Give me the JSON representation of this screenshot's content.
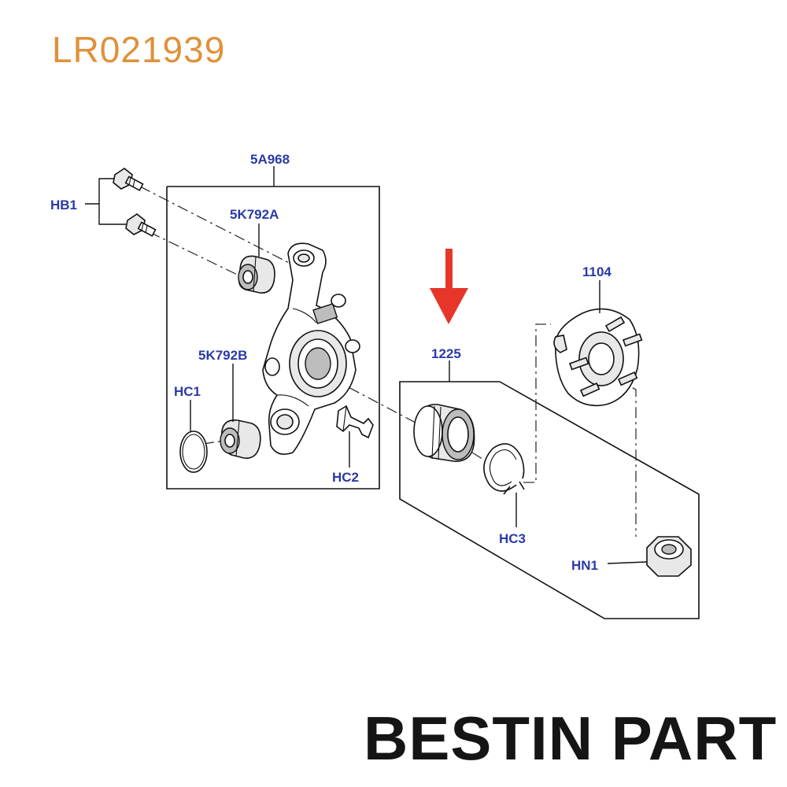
{
  "header": {
    "part_number": "LR021939"
  },
  "callouts": {
    "knuckle": "5A968",
    "bolts": "HB1",
    "bushing_upper": "5K792A",
    "bushing_lower": "5K792B",
    "circlip_small": "HC1",
    "clip": "HC2",
    "bearing": "1225",
    "snap_ring": "HC3",
    "hub": "1104",
    "nut": "HN1"
  },
  "indicator": {
    "arrow_color": "#e8352a",
    "target": "1225"
  },
  "colors": {
    "callout_text": "#2a3aa6",
    "part_number_text": "#e0913a"
  },
  "brand": {
    "logo": "BESTIN PART"
  }
}
